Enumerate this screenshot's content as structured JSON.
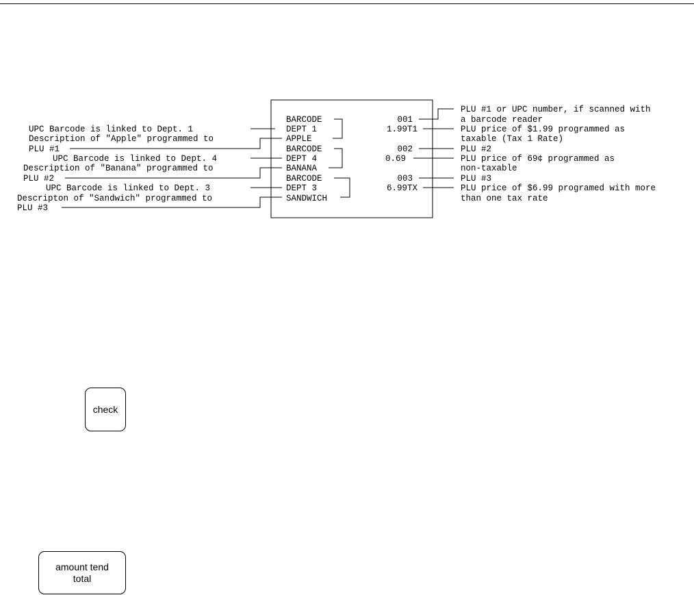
{
  "receipt": {
    "rows": [
      {
        "left": "BARCODE",
        "right": "001"
      },
      {
        "left": "DEPT 1",
        "right": "1.99T1"
      },
      {
        "left": "APPLE",
        "right": ""
      },
      {
        "left": "BARCODE",
        "right": "002"
      },
      {
        "left": "DEPT 4",
        "right": "0.69"
      },
      {
        "left": "BANANA",
        "right": ""
      },
      {
        "left": "BARCODE",
        "right": "003"
      },
      {
        "left": "DEPT 3",
        "right": "6.99TX"
      },
      {
        "left": "SANDWICH",
        "right": ""
      }
    ]
  },
  "left_callouts": [
    "UPC Barcode is linked to Dept. 1",
    "Description of \"Apple\" programmed to",
    "PLU #1",
    "UPC Barcode is linked to Dept. 4",
    "Description of \"Banana\" programmed to",
    "PLU #2",
    "UPC Barcode  is linked to Dept. 3",
    "Descripton of \"Sandwich\" programmed to",
    "PLU #3"
  ],
  "right_callouts": [
    "PLU #1 or UPC number, if scanned with",
    "a barcode reader",
    "PLU price of $1.99 programmed as",
    "taxable (Tax 1 Rate)",
    "PLU #2",
    "PLU price of 69¢ programmed as",
    "non-taxable",
    "PLU #3",
    "PLU price of $6.99 programed with more",
    "than one tax rate"
  ],
  "keys": {
    "check": "check",
    "amount_line1": "amount tend",
    "amount_line2": "total"
  }
}
